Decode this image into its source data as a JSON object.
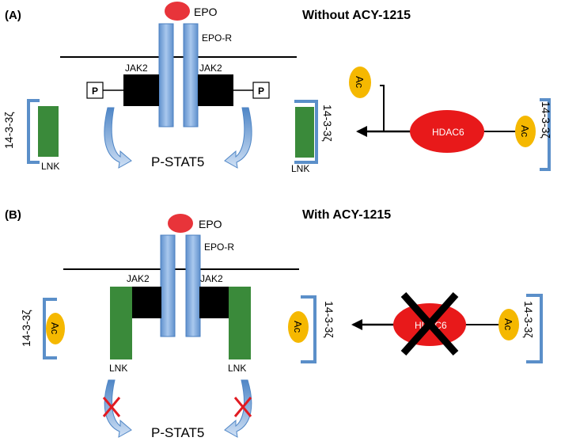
{
  "panel_a": {
    "label": "(A)",
    "title": "Without ACY-1215",
    "epo": "EPO",
    "epo_r": "EPO-R",
    "jak2_left": "JAK2",
    "jak2_right": "JAK2",
    "p_left": "P",
    "p_right": "P",
    "pstat5": "P-STAT5",
    "adaptor_left": "14-3-3ζ",
    "lnk_left": "LNK",
    "adaptor_mid": "14-3-3ζ",
    "lnk_mid": "LNK",
    "ac_top": "Ac",
    "hdac6": "HDAC6",
    "ac_right": "Ac",
    "adaptor_right": "14-3-3ζ"
  },
  "panel_b": {
    "label": "(B)",
    "title": "With ACY-1215",
    "epo": "EPO",
    "epo_r": "EPO-R",
    "jak2_left": "JAK2",
    "jak2_right": "JAK2",
    "lnk_left": "LNK",
    "lnk_right": "LNK",
    "pstat5": "P-STAT5",
    "adaptor_left": "14-3-3ζ",
    "ac_left": "Ac",
    "adaptor_mid": "14-3-3ζ",
    "ac_mid": "Ac",
    "hdac6": "HDAC6",
    "ac_right": "Ac",
    "adaptor_right": "14-3-3ζ"
  },
  "colors": {
    "epo": "#e8343a",
    "receptor": "#7aa6d8",
    "receptor_edge": "#4a7fc0",
    "jak2": "#000000",
    "lnk": "#3a8a3a",
    "bracket": "#5b8fc9",
    "acetyl": "#f5b800",
    "hdac6": "#e8191a",
    "block_x": "#e11b22",
    "inhibitor_x": "#000000"
  }
}
